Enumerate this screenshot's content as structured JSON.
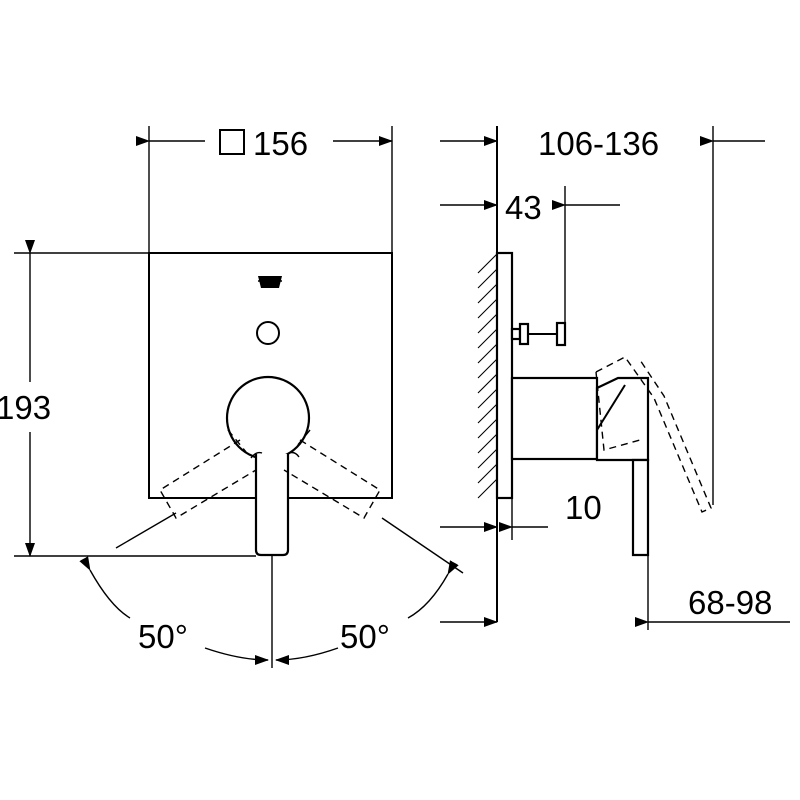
{
  "dimensions": {
    "width_symbol": "□",
    "width": "156",
    "height": "193",
    "depth_range_total": "106-136",
    "rosette_to_spindle": "43",
    "wall_offset": "10",
    "lever_depth_range": "68-98",
    "angle_left": "50°",
    "angle_right": "50°"
  }
}
